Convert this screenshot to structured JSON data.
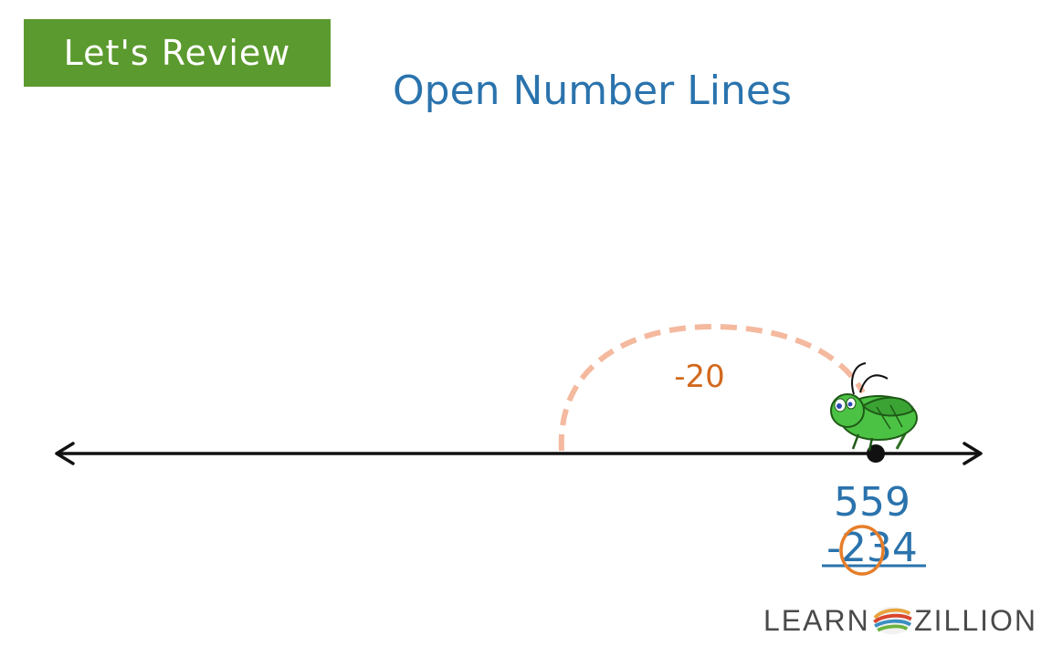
{
  "header": {
    "badge_label": "Let's Review",
    "title": "Open Number Lines"
  },
  "number_line": {
    "jump_label": "-20"
  },
  "subtraction": {
    "top": "559",
    "bottom": "-234"
  },
  "logo": {
    "left_word": "LEARN",
    "right_word": "ZILLION"
  },
  "colors": {
    "badge_green": "#5b9a2e",
    "title_blue": "#2a73ad",
    "jump_orange": "#d2691e",
    "arc_peach": "#f4b99e",
    "grasshopper_green": "#4cc244"
  }
}
